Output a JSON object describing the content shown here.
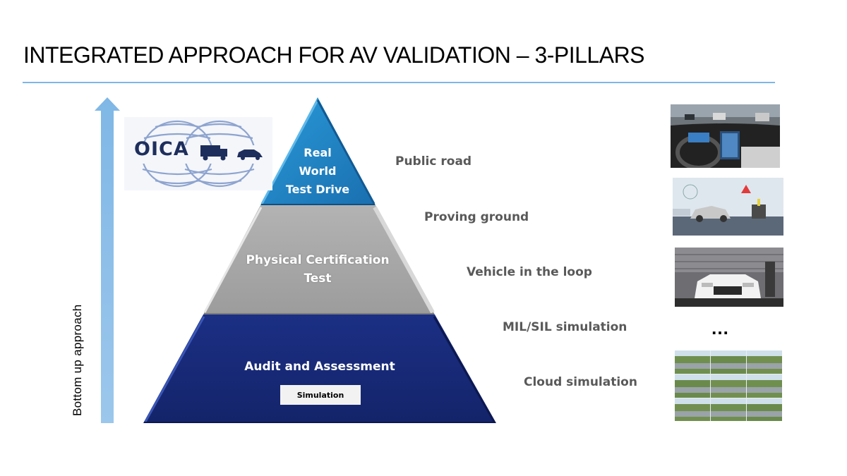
{
  "title": "INTEGRATED APPROACH FOR AV VALIDATION – 3-PILLARS",
  "vertical_label": "Bottom up approach",
  "logo": {
    "text": "OICA",
    "icon": "oica-logo-icon"
  },
  "pyramid": {
    "top": {
      "lines": [
        "Real",
        "World",
        "Test Drive"
      ],
      "color": "#1f7fc2"
    },
    "middle": {
      "lines": [
        "Physical Certification",
        "Test"
      ],
      "color": "#a6a6a6"
    },
    "bottom": {
      "label": "Audit and Assessment",
      "badge": "Simulation",
      "color": "#1a2d80"
    }
  },
  "steps": [
    "Public road",
    "Proving ground",
    "Vehicle in the loop",
    "MIL/SIL simulation",
    "Cloud simulation"
  ],
  "ellipsis": "…",
  "images": [
    {
      "icon": "car-interior-photo"
    },
    {
      "icon": "aeb-test-photo"
    },
    {
      "icon": "vehicle-in-loop-photo"
    },
    {
      "icon": "cloud-simulation-grid"
    }
  ],
  "accent_color": "#7eb6e8"
}
